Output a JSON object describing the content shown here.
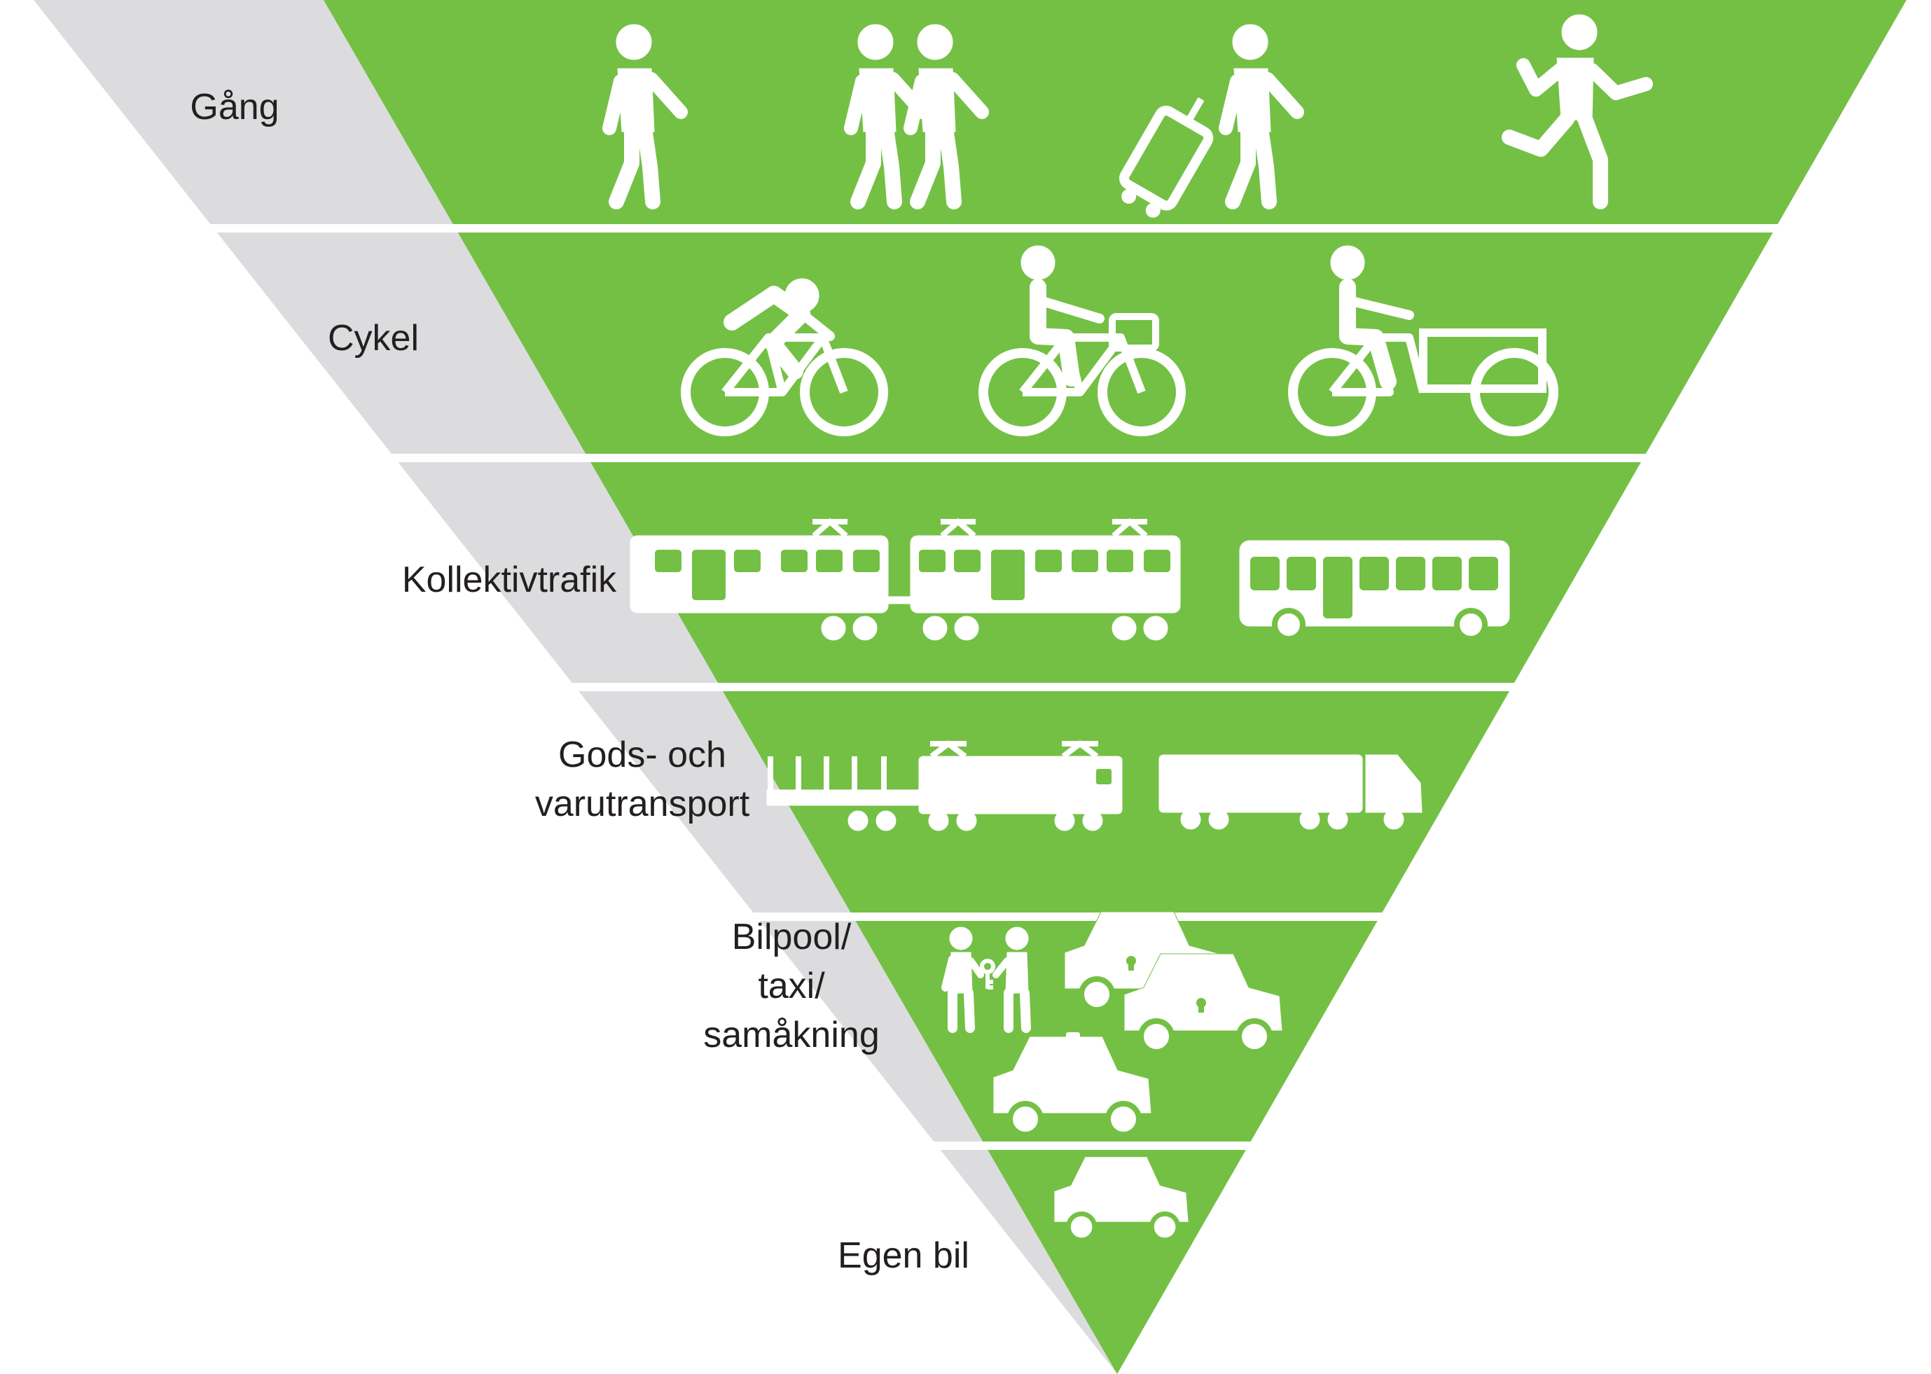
{
  "colors": {
    "green": "#74c045",
    "gray": "#dcdcde",
    "icon": "#ffffff",
    "text": "#231f20",
    "background": "#ffffff"
  },
  "levels": [
    {
      "id": "gang",
      "label_lines": [
        "Gång"
      ],
      "icons": [
        "walking-person-icon",
        "two-walking-persons-icon",
        "traveler-with-suitcase-icon",
        "running-person-icon"
      ]
    },
    {
      "id": "cykel",
      "label_lines": [
        "Cykel"
      ],
      "icons": [
        "racing-cyclist-icon",
        "cyclist-with-basket-icon",
        "cargo-bike-icon"
      ]
    },
    {
      "id": "kollektivtrafik",
      "label_lines": [
        "Kollektivtrafik"
      ],
      "icons": [
        "tram-icon",
        "bus-icon"
      ]
    },
    {
      "id": "gods",
      "label_lines": [
        "Gods- och",
        "varutransport"
      ],
      "icons": [
        "freight-train-icon",
        "truck-icon"
      ]
    },
    {
      "id": "bilpool",
      "label_lines": [
        "Bilpool/",
        "taxi/",
        "samåkning"
      ],
      "icons": [
        "car-key-handover-icon",
        "carpool-cars-icon",
        "taxi-icon"
      ]
    },
    {
      "id": "egen-bil",
      "label_lines": [
        "Egen bil"
      ],
      "icons": [
        "private-car-icon"
      ]
    }
  ]
}
